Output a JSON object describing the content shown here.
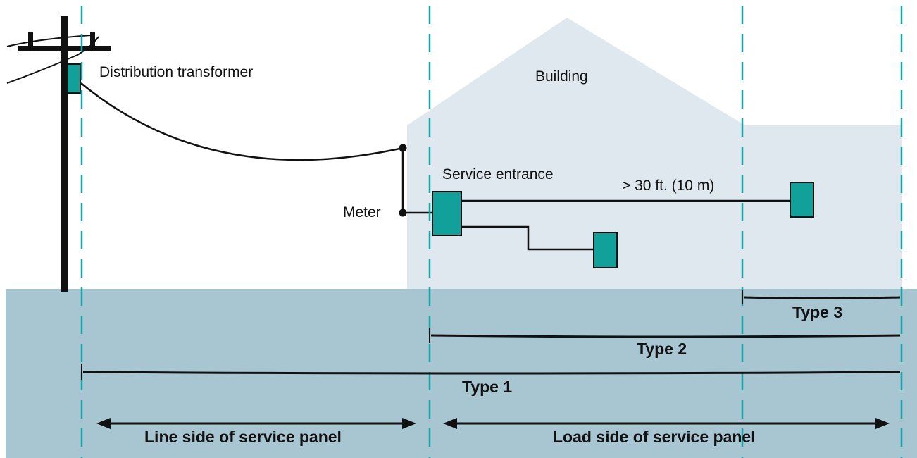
{
  "diagram": {
    "labels": {
      "transformer": "Distribution transformer",
      "building": "Building",
      "service_entrance": "Service entrance",
      "meter": "Meter",
      "distance": "> 30 ft. (10 m)",
      "type3": "Type 3",
      "type2": "Type 2",
      "type1": "Type 1",
      "line_side": "Line side of service panel",
      "load_side": "Load side of service panel"
    },
    "colors": {
      "ground": "#a8c5d2",
      "building": "#dfe8ee",
      "device": "#12a19a",
      "divider": "#1aa3a8",
      "line": "#111111"
    }
  }
}
